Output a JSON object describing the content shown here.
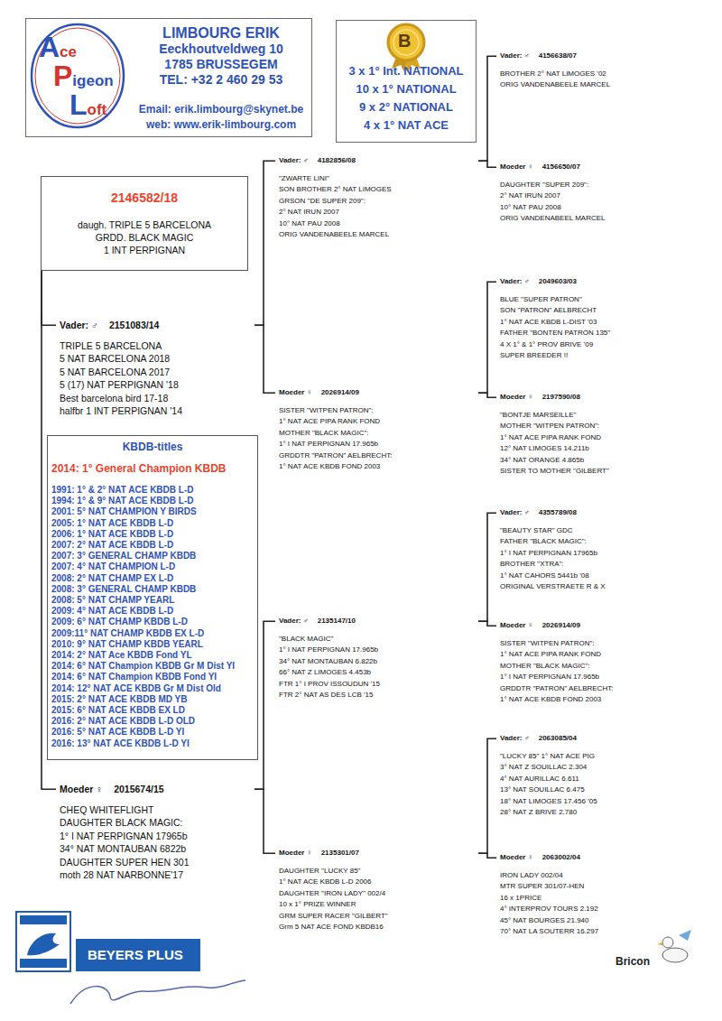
{
  "diagram": {
    "nodes": [
      {
        "text": [
          "LIMBOURG ERIK",
          "Eeckhoutveldweg 10",
          "1785 BRUSSEGEM",
          "TEL: +32 2 460 29 53",
          "Email: erik.limbourg@skynet.be",
          "web: www.erik-limbourg.com"
        ]
      },
      {
        "text": [
          "Ace",
          "Pigeon",
          "Loft"
        ],
        "in": 0
      },
      {
        "text": [
          "3 x 1° Int. NATIONAL",
          "10 x 1° NATIONAL",
          "9 x 2° NATIONAL",
          "4 x 1° NAT ACE"
        ]
      },
      {
        "text": [
          "2146582/18",
          "daugh. TRIPLE 5 BARCELONA",
          "GRDD. BLACK MAGIC",
          "1 INT PERPIGNAN"
        ]
      },
      {
        "text": [
          "Vader: ♂",
          "2151083/14",
          "TRIPLE 5 BARCELONA",
          "5 NAT BARCELONA 2018",
          "5 NAT BARCELONA 2017",
          "5 (17) NAT PERPIGNAN '18",
          "Best barcelona bird 17-18",
          "halfbr 1 INT PERPIGNAN '14"
        ]
      },
      {
        "text": [
          "KBDB-titles",
          "2014: 1° General Champion KBDB",
          "1991: 1° & 2° NAT ACE KBDB L-D",
          "1994: 1° & 9° NAT ACE KBDB L-D",
          "2001: 5° NAT CHAMPION Y BIRDS",
          "2005: 1° NAT ACE KBDB L-D",
          "2006: 1° NAT ACE KBDB L-D",
          "2007: 2° NAT ACE KBDB L-D",
          "2007: 3° GENERAL CHAMP KBDB",
          "2007: 4° NAT CHAMPION L-D",
          "2008: 2° NAT CHAMP EX L-D",
          "2008: 3° GENERAL CHAMP KBDB",
          "2008: 5° NAT CHAMP YEARL",
          "2009: 4° NAT ACE KBDB L-D",
          "2009: 6° NAT CHAMP KBDB L-D",
          "2009:11° NAT CHAMP KBDB EX L-D",
          "2010: 9° NAT CHAMP KBDB YEARL",
          "2014: 2° NAT Ace KBDB Fond YL",
          "2014: 6° NAT Champion KBDB Gr M Dist YI",
          "2014: 6° NAT Champion KBDB Fond YI",
          "2014: 12° NAT ACE KBDB Gr M Dist Old",
          "2015: 2° NAT ACE KBDB MD YB",
          "2015: 6° NAT ACE KBDB EX LD",
          "2016: 2° NAT ACE KBDB L-D OLD",
          "2016: 5° NAT ACE KBDB L-D YI",
          "2016: 13° NAT ACE KBDB L-D YI"
        ]
      },
      {
        "text": [
          "Moeder ♀",
          "2015674/15",
          "CHEQ WHITEFLIGHT",
          "DAUGHTER BLACK MAGIC:",
          "1° I NAT PERPIGNAN 17965b",
          "34° NAT MONTAUBAN 6822b",
          "DAUGHTER SUPER HEN 301",
          "moth 28 NAT NARBONNE'17"
        ]
      },
      {
        "text": [
          "Vader: ♂",
          "4182856/08",
          "\"ZWARTE LINI\"",
          "SON BROTHER 2° NAT LIMOGES",
          "GRSON \"DE SUPER 209\":",
          "2° NAT IRUN 2007",
          "10° NAT PAU 2008",
          "ORIG VANDENABEELE MARCEL"
        ]
      },
      {
        "text": [
          "Moeder ♀",
          "2026914/09",
          "SISTER \"WITPEN PATRON\":",
          "1° NAT ACE PIPA RANK FOND",
          "MOTHER \"BLACK MAGIC\":",
          "1° I NAT PERPIGNAN 17.965b",
          "GRDDTR \"PATRON\" AELBRECHT:",
          "1° NAT ACE KBDB FOND 2003"
        ]
      },
      {
        "text": [
          "Vader: ♂",
          "2135147/10",
          "\"BLACK MAGIC\"",
          "1° I NAT PERPIGNAN 17.965b",
          "34° NAT MONTAUBAN 6.822b",
          "66° NAT Z LIMOGES 4.453b",
          "FTR 1° I PROV ISSOUDUN '15",
          "FTR 2° NAT AS DES LCB '15"
        ]
      },
      {
        "text": [
          "Moeder ♀",
          "2135301/07",
          "DAUGHTER \"LUCKY 85\"",
          "1° NAT ACE KBDB L-D 2006",
          "DAUGHTER \"IRON LADY\" 002/4",
          "10 x 1° PRIZE WINNER",
          "GRM SUPER RACER \"GILBERT\"",
          "Grm 5 NAT ACE FOND KBDB16"
        ]
      },
      {
        "text": [
          "Vader: ♂",
          "4156638/07",
          "BROTHER 2° NAT LIMOGES '02",
          "ORIG VANDENABEELE MARCEL"
        ]
      },
      {
        "text": [
          "Moeder ♀",
          "4156650/07",
          "DAUGHTER \"SUPER 209\":",
          "2° NAT IRUN 2007",
          "10° NAT PAU 2008",
          "ORIG VANDENABEEL MARCEL"
        ]
      },
      {
        "text": [
          "Vader: ♂",
          "2049603/03",
          "BLUE \"SUPER PATRON\"",
          "SON \"PATRON\" AELBRECHT",
          "1° NAT ACE KBDB L-DIST '03",
          "FATHER \"BONTEN PATRON 135\"",
          "4 X 1° & 1° PROV BRIVE '09",
          "SUPER BREEDER !!"
        ]
      },
      {
        "text": [
          "Moeder ♀",
          "2197590/08",
          "\"BONTJE MARSEILLE\"",
          "MOTHER \"WITPEN PATRON\":",
          "1° NAT ACE PIPA RANK FOND",
          "12° NAT LIMOGES 14.211b",
          "34° NAT ORANGE 4.865b",
          "SISTER TO MOTHER \"GILBERT\""
        ]
      },
      {
        "text": [
          "Vader: ♂",
          "4355789/08",
          "\"BEAUTY STAR\" GDC",
          "FATHER \"BLACK MAGIC\":",
          "1° I NAT PERPIGNAN 17965b",
          "BROTHER \"XTRA\":",
          "1° NAT CAHORS 5441b '08",
          "ORIGINAL VERSTRAETE R & X"
        ]
      },
      {
        "text": [
          "Moeder ♀",
          "2026914/09",
          "SISTER \"WITPEN PATRON\":",
          "1° NAT ACE PIPA RANK FOND",
          "MOTHER \"BLACK MAGIC\":",
          "1° I NAT PERPIGNAN 17.965b",
          "GRDDTR \"PATRON\" AELBRECHT:",
          "1° NAT ACE KBDB FOND 2003"
        ]
      },
      {
        "text": [
          "Vader: ♂",
          "2063085/04",
          "\"LUCKY 85\" 1° NAT ACE PIG",
          "3° NAT Z SOUILLAC 2.304",
          "4° NAT AURILLAC 6.611",
          "13° NAT SOUILLAC 6.475",
          "18° NAT LIMOGES 17.456 '05",
          "28° NAT Z BRIVE 2.780"
        ]
      },
      {
        "text": [
          "Moeder ♀",
          "2063002/04",
          "IRON LADY 002/04",
          "MTR SUPER 301/07-HEN",
          "16 x 1PRICE",
          "4° INTERPROV TOURS 2.192",
          "45° NAT BOURGES 21.940",
          "70° NAT LA SOUTERR 16.297"
        ]
      }
    ],
    "edges": [
      {
        "from": 3,
        "to": 4,
        "arrow": "none"
      },
      {
        "from": 3,
        "to": 6,
        "arrow": "none"
      },
      {
        "from": 4,
        "to": 7,
        "arrow": "none"
      },
      {
        "from": 4,
        "to": 8,
        "arrow": "none"
      },
      {
        "from": 6,
        "to": 9,
        "arrow": "none"
      },
      {
        "from": 6,
        "to": 10,
        "arrow": "none"
      },
      {
        "from": 7,
        "to": 11,
        "arrow": "none"
      },
      {
        "from": 7,
        "to": 12,
        "arrow": "none"
      },
      {
        "from": 8,
        "to": 13,
        "arrow": "none"
      },
      {
        "from": 8,
        "to": 14,
        "arrow": "none"
      },
      {
        "from": 9,
        "to": 15,
        "arrow": "none"
      },
      {
        "from": 9,
        "to": 16,
        "arrow": "none"
      },
      {
        "from": 10,
        "to": 17,
        "arrow": "none"
      },
      {
        "from": 10,
        "to": 18,
        "arrow": "none"
      }
    ],
    "labels": [
      "B",
      "BEYERS PLUS",
      "Bricon"
    ]
  }
}
